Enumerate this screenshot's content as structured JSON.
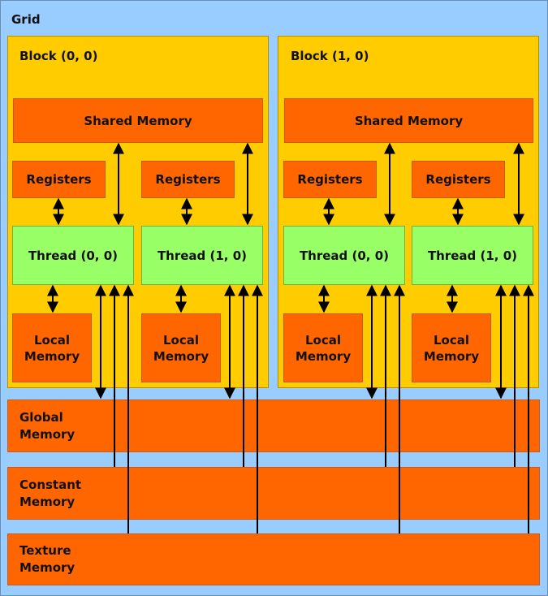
{
  "grid": {
    "label": "Grid"
  },
  "blocks": [
    {
      "label": "Block (0, 0)",
      "shared_memory": "Shared Memory",
      "threads": [
        {
          "label": "Thread (0, 0)",
          "registers": "Registers",
          "local_memory": [
            "Local",
            "Memory"
          ]
        },
        {
          "label": "Thread (1, 0)",
          "registers": "Registers",
          "local_memory": [
            "Local",
            "Memory"
          ]
        }
      ]
    },
    {
      "label": "Block (1, 0)",
      "shared_memory": "Shared Memory",
      "threads": [
        {
          "label": "Thread (0, 0)",
          "registers": "Registers",
          "local_memory": [
            "Local",
            "Memory"
          ]
        },
        {
          "label": "Thread (1, 0)",
          "registers": "Registers",
          "local_memory": [
            "Local",
            "Memory"
          ]
        }
      ]
    }
  ],
  "global_memory": [
    "Global",
    "Memory"
  ],
  "constant_memory": [
    "Constant",
    "Memory"
  ],
  "texture_memory": [
    "Texture",
    "Memory"
  ],
  "colors": {
    "grid": "#99ccff",
    "block": "#ffcc00",
    "memory": "#ff6600",
    "thread": "#99ff66",
    "arrow": "#000000"
  }
}
